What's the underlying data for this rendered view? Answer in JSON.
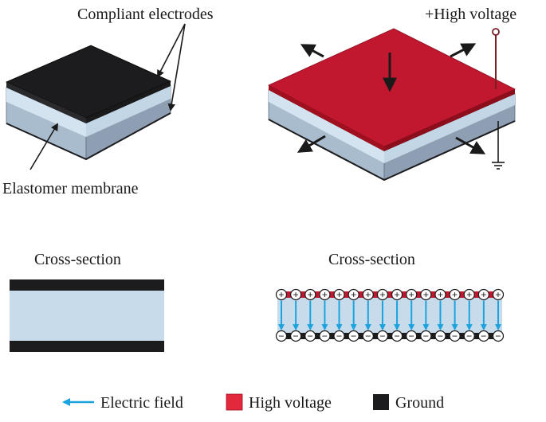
{
  "labels": {
    "compliant_electrodes": "Compliant electrodes",
    "high_voltage": "+High voltage",
    "elastomer_membrane": "Elastomer membrane",
    "cross_section_left": "Cross-section",
    "cross_section_right": "Cross-section"
  },
  "legend": {
    "electric_field": "Electric field",
    "high_voltage": "High voltage",
    "ground": "Ground"
  },
  "charges": {
    "positive_symbol": "+",
    "negative_symbol": "−",
    "count": 16
  },
  "colors": {
    "electrode_black": "#1c1c1e",
    "electrode_red": "#c2182f",
    "membrane_light": "#c8dbea",
    "membrane_side": "#93a6bb",
    "membrane_front": "#aab9c9",
    "field_arrow": "#1aa3de",
    "wire": "#7a1e26"
  }
}
